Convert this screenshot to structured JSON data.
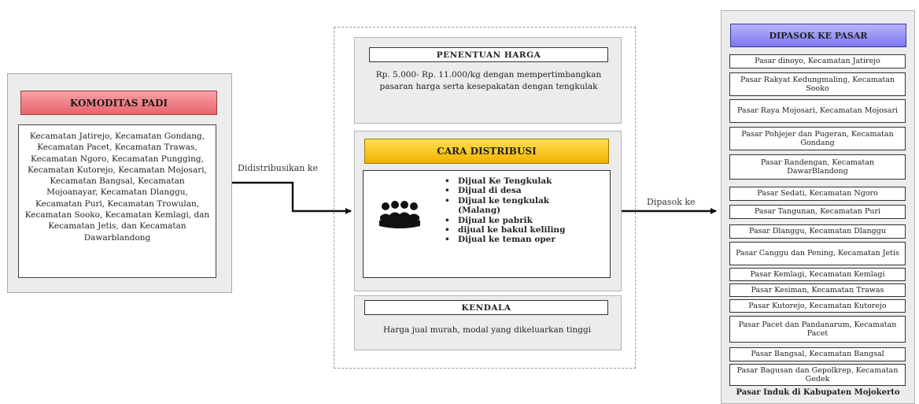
{
  "left": {
    "title": "KOMODITAS PADI",
    "body": "Kecamatan Jatirejo, Kecamatan Gondang, Kecamatan Pacet, Kecamatan Trawas, Kecamatan Ngoro, Kecamatan Pungging, Kecamatan Kutorejo, Kecamatan Mojosari, Kecamatan Bangsal, Kecamatan Mojoanayar, Kecamatan Dlanggu, Kecamatan Puri, Kecamatan Trowulan, Kecamatan Sooko, Kecamatan Kemlagi, dan Kecamatan Jetis, dan Kecamatan Dawarblandong"
  },
  "arrows": {
    "left_label": "Didistribusikan ke",
    "right_label": "Dipasok ke"
  },
  "middle": {
    "penentuan": {
      "title": "PENENTUAN HARGA",
      "text": "Rp. 5.000- Rp. 11.000/kg dengan mempertimbangkan pasaran harga serta kesepakatan dengan tengkulak"
    },
    "cara": {
      "title": "CARA DISTRIBUSI",
      "icon": "people-group-icon",
      "items": [
        "Dijual Ke Tengkulak",
        "Dijual di desa",
        "Dijual ke tengkulak (Malang)",
        "Dijual ke pabrik",
        "dijual ke bakul keliling",
        "Dijual ke teman oper"
      ]
    },
    "kendala": {
      "title": "KENDALA",
      "text": "Harga jual murah, modal yang dikeluarkan tinggi"
    }
  },
  "right": {
    "title": "DIPASOK KE PASAR",
    "items": [
      "Pasar dinoyo, Kecamatan Jatirejo",
      "Pasar Rakyat Kedungmaling, Kecamatan Sooko",
      "Pasar Raya Mojosari, Kecamatan Mojosari",
      "Pasar Pohjejer dan Pugeran, Kecamatan Gondang",
      "Pasar Randengan, Kecamatan DawarBlandong",
      "Pasar Sedati, Kecamatan Ngoro",
      "Pasar Tangunan, Kecamatan Puri",
      "Pasar Dlanggu, Kecamatan Dlanggu",
      "Pasar Canggu dan Pening, Kecamatan Jetis",
      "Pasar Kemlagi, Kecamatan Kemlagi",
      "Pasar Kesiman, Kecamatan Trawas",
      "Pasar Kutorejo, Kecamatan Kutorejo",
      "Pasar Pacet dan Pandanarum, Kecamatan Pacet",
      "Pasar Bangsal, Kecamatan Bangsal",
      "Pasar Bagusan dan Gepolkrep, Kecamatan Gedek"
    ],
    "footer": "Pasar Induk di Kabupaten Mojokerto"
  }
}
